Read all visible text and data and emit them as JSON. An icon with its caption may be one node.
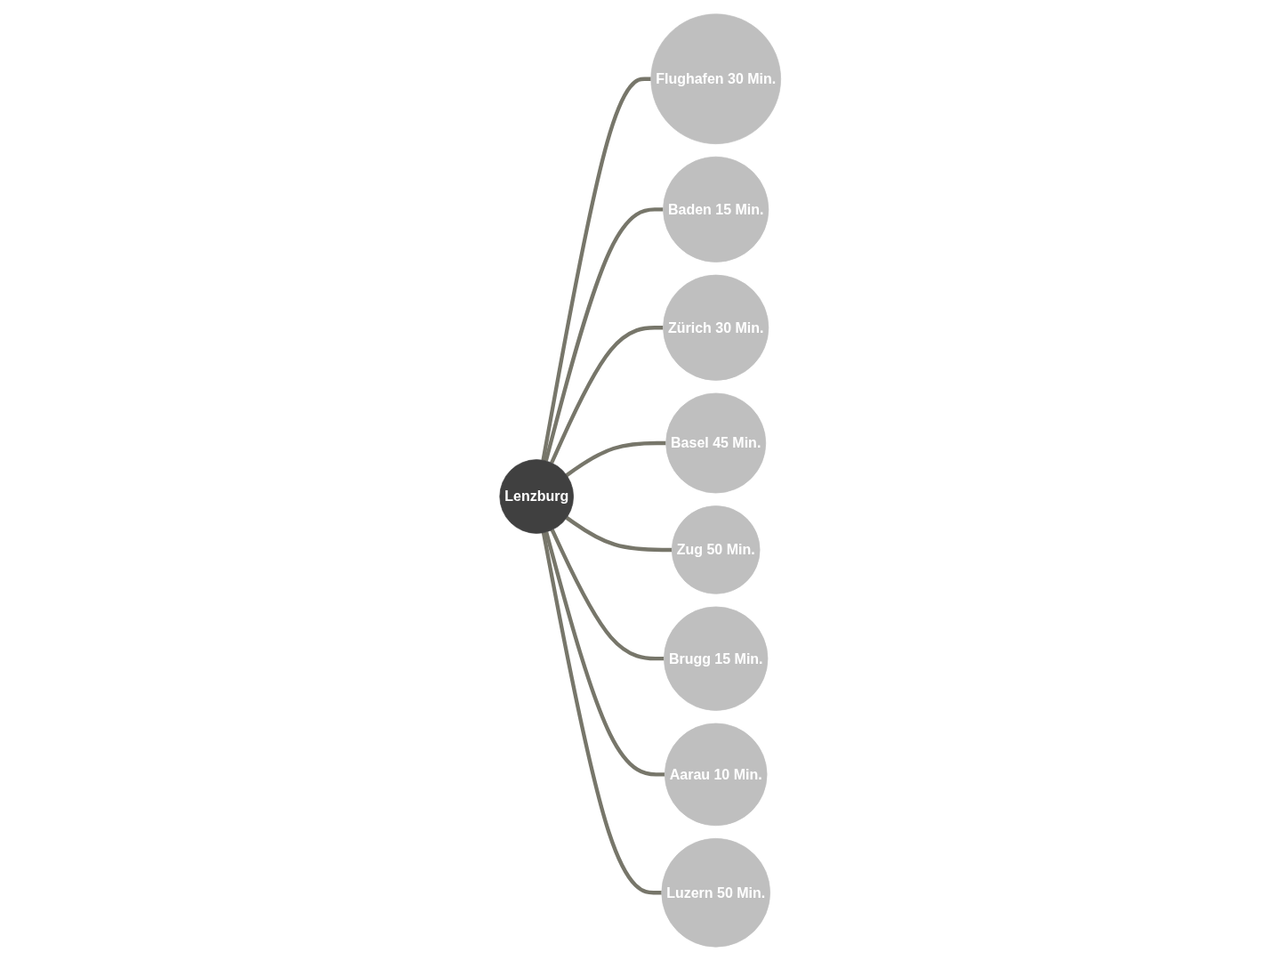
{
  "diagram": {
    "nodes": [
      {
        "text": [
          "Lenzburg"
        ]
      },
      {
        "text": [
          "Flughafen 30 Min."
        ]
      },
      {
        "text": [
          "Baden 15 Min."
        ]
      },
      {
        "text": [
          "Zürich 30 Min."
        ]
      },
      {
        "text": [
          "Basel 45 Min."
        ]
      },
      {
        "text": [
          "Zug 50 Min."
        ]
      },
      {
        "text": [
          "Brugg 15 Min."
        ]
      },
      {
        "text": [
          "Aarau 10 Min."
        ]
      },
      {
        "text": [
          "Luzern 50 Min."
        ]
      }
    ],
    "edges": [
      {
        "from": 0,
        "to": 1,
        "arrow": "none"
      },
      {
        "from": 0,
        "to": 2,
        "arrow": "none"
      },
      {
        "from": 0,
        "to": 3,
        "arrow": "none"
      },
      {
        "from": 0,
        "to": 4,
        "arrow": "none"
      },
      {
        "from": 0,
        "to": 5,
        "arrow": "none"
      },
      {
        "from": 0,
        "to": 6,
        "arrow": "none"
      },
      {
        "from": 0,
        "to": 7,
        "arrow": "none"
      },
      {
        "from": 0,
        "to": 8,
        "arrow": "none"
      }
    ]
  }
}
